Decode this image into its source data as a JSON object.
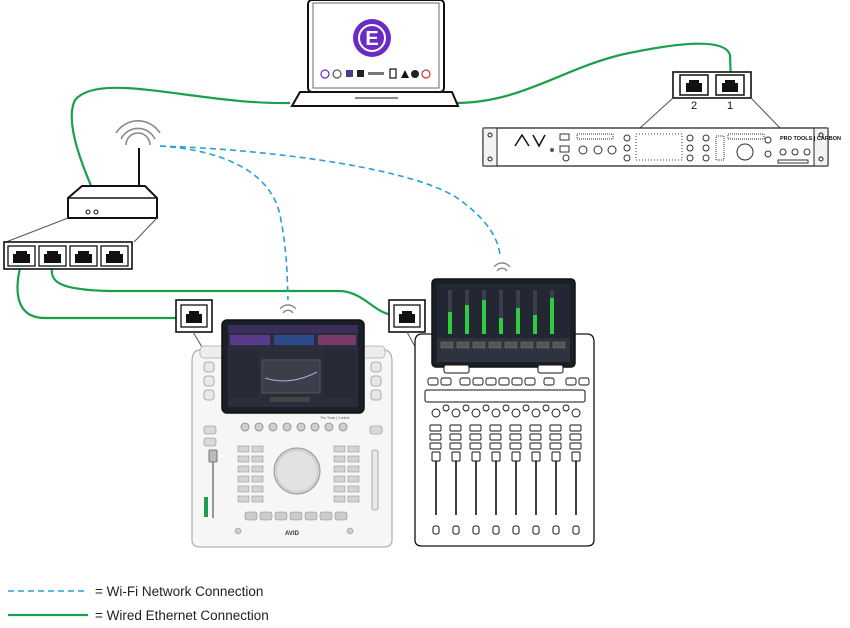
{
  "diagram": {
    "laptop": {
      "logo_glyph": "E",
      "toolbar_icons": [
        "avid-icon",
        "circle-icon",
        "square-icon",
        "square-icon",
        "mixer-icon",
        "doc-icon",
        "triangle-icon",
        "disc-icon",
        "dot-icon"
      ]
    },
    "router": {
      "ports": 4,
      "wifi_icon": "wifi-icon"
    },
    "interface": {
      "brand": "PRO TOOLS | CARBON",
      "port_labels": [
        "2",
        "1"
      ]
    },
    "control_surface": {
      "name": "Pro Tools | Control",
      "logo": "AVID"
    },
    "expander": {
      "faders": 8
    },
    "legend": {
      "wifi_label": "= Wi-Fi Network Connection",
      "wired_label": "= Wired Ethernet Connection"
    },
    "colors": {
      "wifi_line": "#2a9fd8",
      "wired_line": "#1aa04a",
      "logo_purple": "#6a2bc2",
      "meter_green": "#2ecc40",
      "screen_dark": "#1b1f28"
    }
  }
}
